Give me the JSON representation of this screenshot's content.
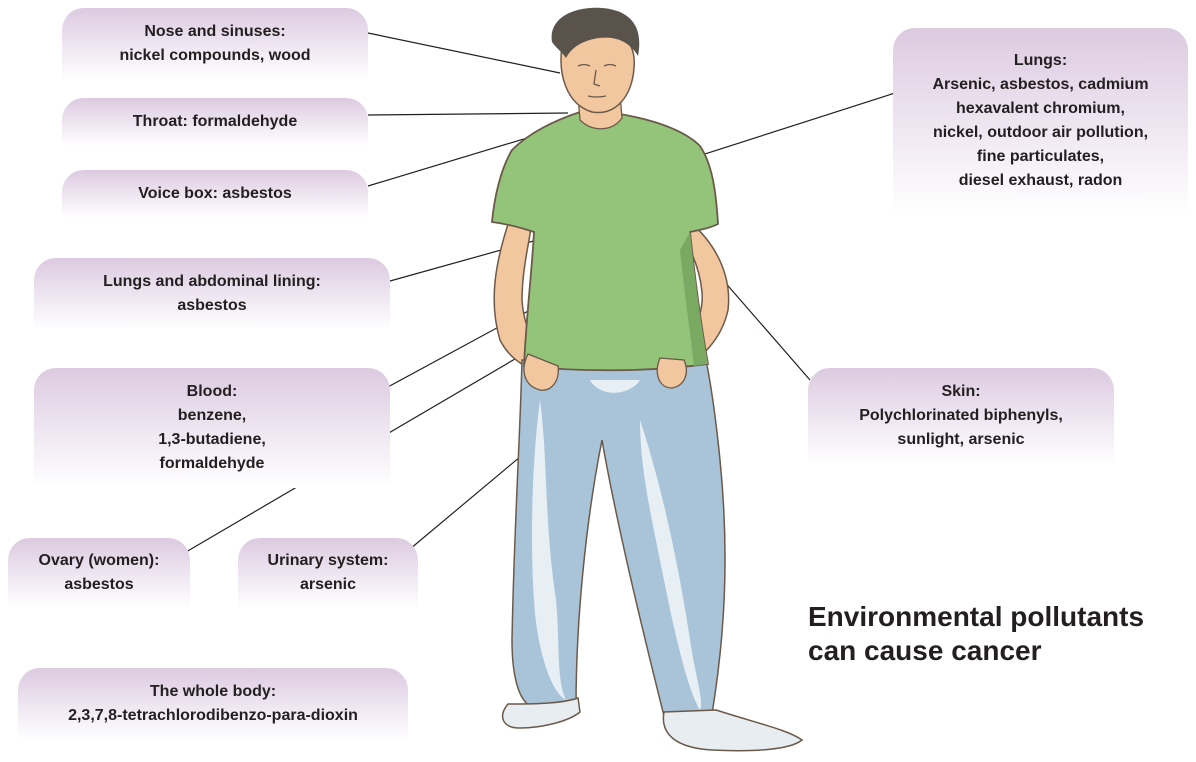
{
  "title": [
    "Environmental pollutants",
    "can cause cancer"
  ],
  "callouts": {
    "nose": [
      "Nose and sinuses:",
      "nickel compounds, wood"
    ],
    "throat": [
      "Throat: formaldehyde"
    ],
    "voice_box": [
      "Voice box:  asbestos"
    ],
    "lungs_abdominal": [
      "Lungs and abdominal lining:",
      "asbestos"
    ],
    "blood": [
      "Blood:",
      "benzene,",
      "1,3-butadiene,",
      "formaldehyde"
    ],
    "ovary": [
      "Ovary (women):",
      "asbestos"
    ],
    "urinary": [
      "Urinary system:",
      "arsenic"
    ],
    "whole_body": [
      "The whole body:",
      "2,3,7,8-tetrachlorodibenzo-para-dioxin"
    ],
    "lungs": [
      "Lungs:",
      "Arsenic, asbestos, cadmium",
      "hexavalent chromium,",
      "nickel, outdoor air pollution,",
      "fine particulates,",
      "diesel exhaust, radon"
    ],
    "skin": [
      "Skin:",
      "Polychlorinated biphenyls,",
      "sunlight, arsenic"
    ]
  },
  "colors": {
    "callout_tint": "#dccae0",
    "shirt": "#93c47a",
    "skin": "#f2c79f",
    "jeans": "#a9c4d8",
    "hair": "#5a534c",
    "text": "#231f20"
  }
}
